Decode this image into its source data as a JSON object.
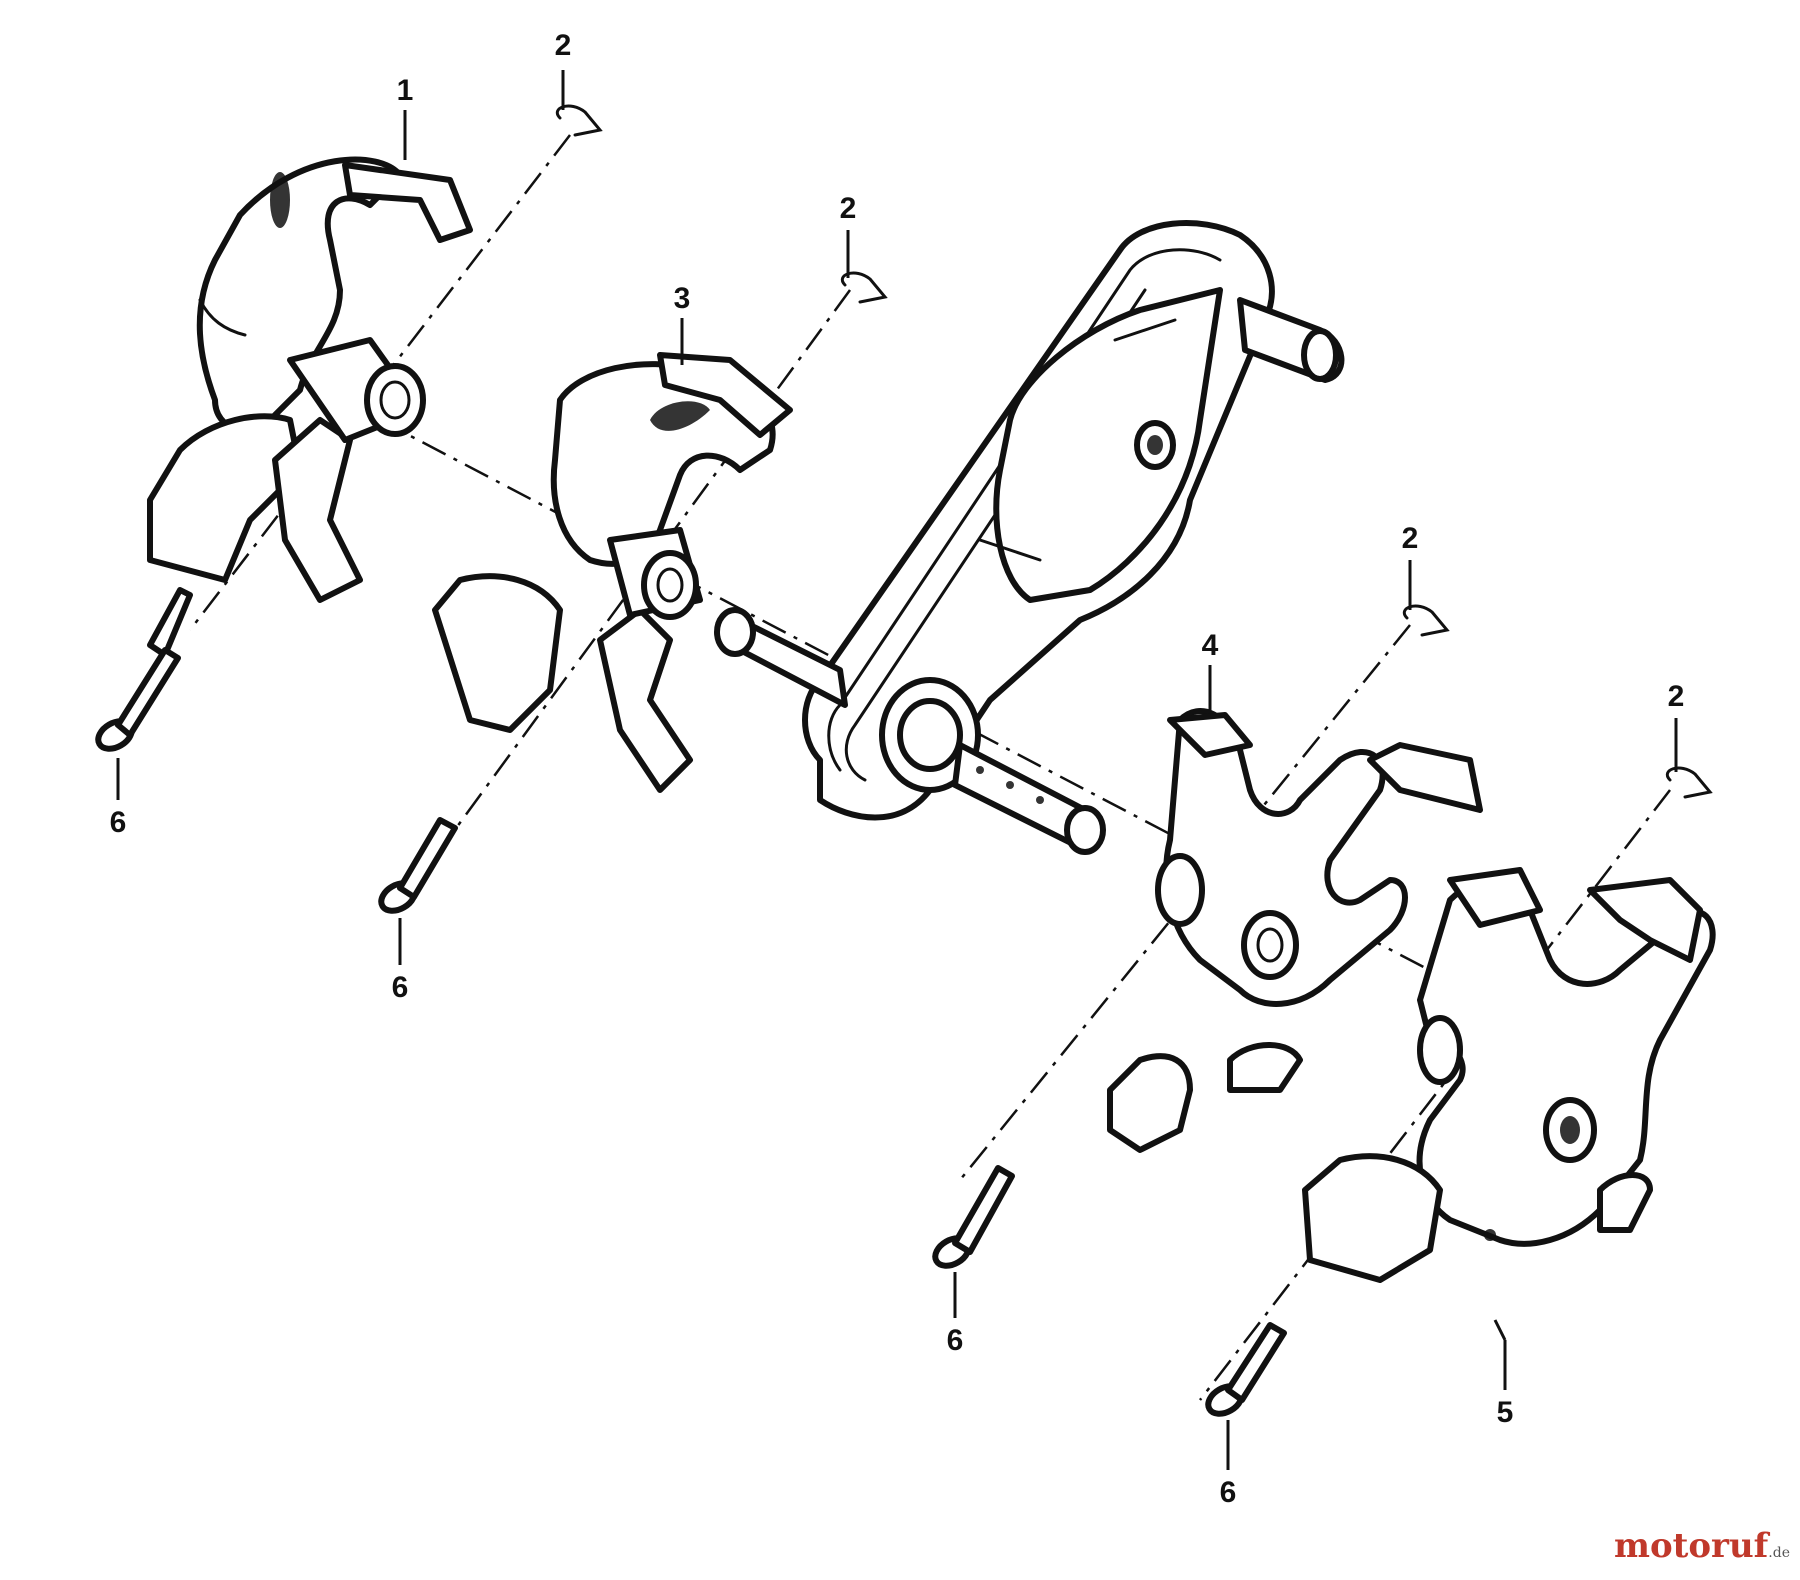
{
  "diagram": {
    "callouts": {
      "c1": "1",
      "c2a": "2",
      "c2b": "2",
      "c2c": "2",
      "c2d": "2",
      "c3": "3",
      "c4": "4",
      "c5": "5",
      "c6a": "6",
      "c6b": "6",
      "c6c": "6",
      "c6d": "6"
    }
  },
  "watermark": {
    "brand": "motoruf",
    "tld": ".de"
  }
}
